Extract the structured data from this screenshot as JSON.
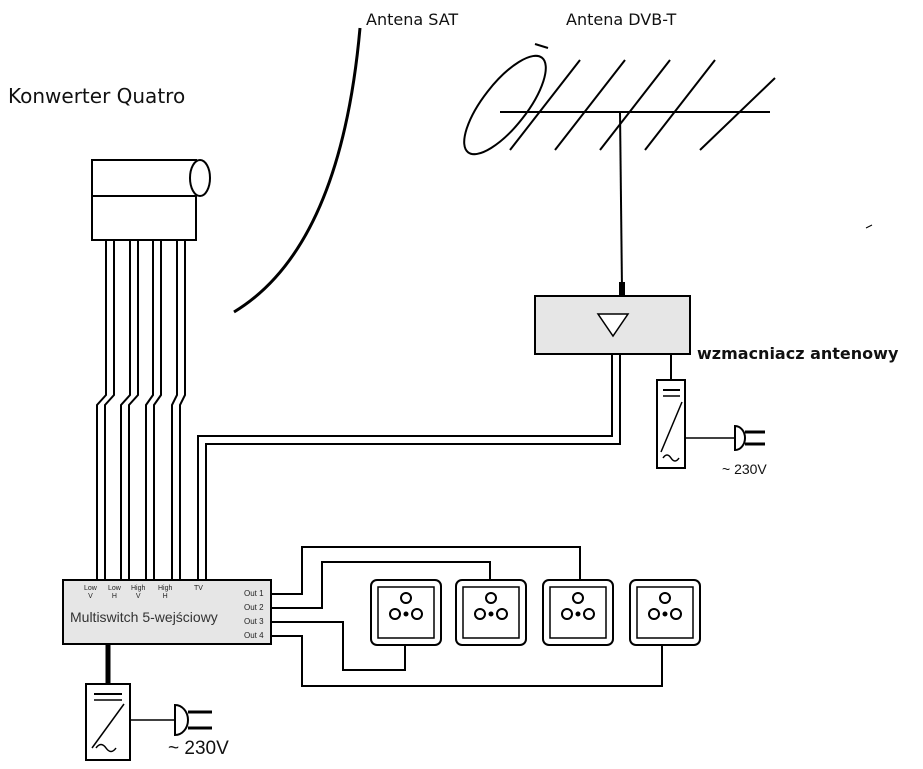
{
  "labels": {
    "antenna_sat": "Antena SAT",
    "antenna_dvbt": "Antena DVB-T",
    "converter": "Konwerter Quatro",
    "amplifier": "wzmacniacz antenowy",
    "psu_amp_voltage": "~ 230V",
    "psu_ms_voltage": "~ 230V"
  },
  "multiswitch": {
    "title": "Multiswitch 5-wejściowy",
    "inputs": [
      {
        "line1": "Low",
        "line2": "V"
      },
      {
        "line1": "Low",
        "line2": "H"
      },
      {
        "line1": "High",
        "line2": "V"
      },
      {
        "line1": "High",
        "line2": "H"
      },
      {
        "line1": "TV",
        "line2": ""
      }
    ],
    "outputs": [
      "Out 1",
      "Out 2",
      "Out 3",
      "Out 4"
    ]
  },
  "colors": {
    "line": "#000000",
    "box_fill": "#e6e6e6",
    "background": "#ffffff"
  }
}
